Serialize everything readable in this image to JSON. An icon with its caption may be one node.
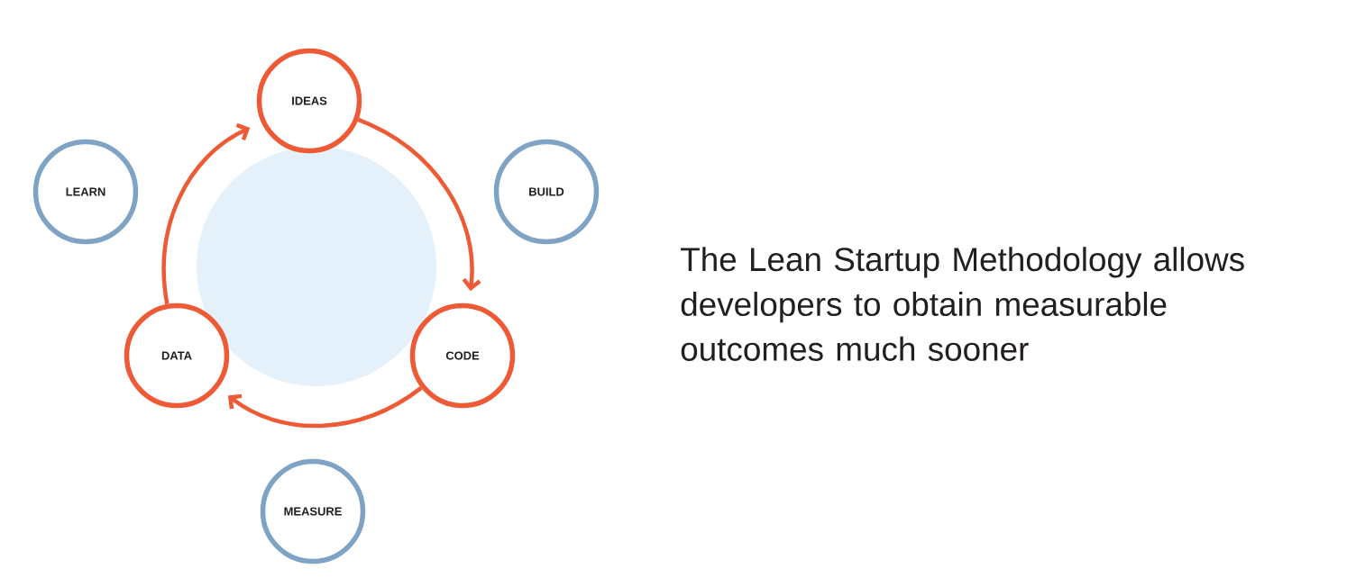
{
  "diagram": {
    "nodes": [
      {
        "text": [
          "IDEAS"
        ]
      },
      {
        "text": [
          "LEARN"
        ]
      },
      {
        "text": [
          "BUILD"
        ]
      },
      {
        "text": [
          "DATA"
        ]
      },
      {
        "text": [
          "CODE"
        ]
      },
      {
        "text": [
          "MEASURE"
        ]
      }
    ],
    "edges": [
      {
        "from": 0,
        "to": 4,
        "arrow": "to"
      },
      {
        "from": 4,
        "to": 3,
        "arrow": "to"
      },
      {
        "from": 3,
        "to": 0,
        "arrow": "to"
      }
    ],
    "labels": [
      "The Lean Startup Methodology allows developers to obtain measurable outcomes much sooner"
    ]
  }
}
